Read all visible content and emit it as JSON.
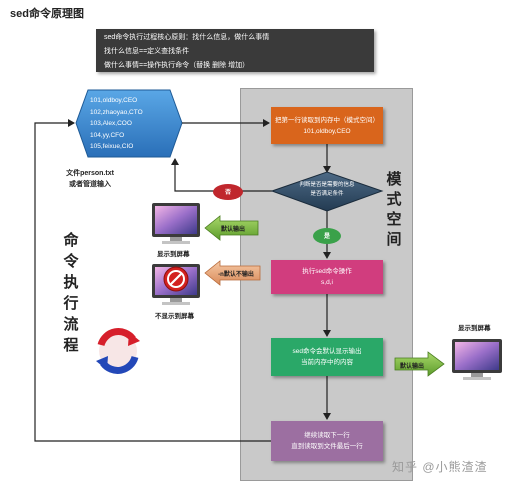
{
  "title": "sed命令原理图",
  "rules": [
    "sed命令执行过程核心原则：找什么信息，做什么事情",
    "找什么信息==定义查找条件",
    "做什么事情==操作执行命令（替换 删除 增加）"
  ],
  "input": {
    "lines": [
      "101,oldboy,CEO",
      "102,zhaoyao,CTO",
      "103,Alex,COO",
      "104,yy,CFO",
      "105,feixue,CIO"
    ],
    "caption": [
      "文件person.txt",
      "或者管道输入"
    ]
  },
  "steps": {
    "read": [
      "把第一行读取到内存中（模式空间）",
      "101,oldboy,CEO"
    ],
    "decision": [
      "判断是否是需要的信息",
      "是否满足条件"
    ],
    "execute": [
      "执行sed命令操作",
      "s,d,i"
    ],
    "output": [
      "sed命令会默认显示输出",
      "当前内存中的内容"
    ],
    "next": [
      "继续读取下一行",
      "直到读取到文件最后一行"
    ]
  },
  "labels": {
    "no": "否",
    "yes": "是",
    "default_output_1": "默认输出",
    "shown_1": "显示到屏幕",
    "n_no_output": "-n默认不输出",
    "not_shown": "不显示到屏幕",
    "default_output_2": "默认输出",
    "shown_2": "显示到屏幕"
  },
  "pattern_space_label": [
    "模",
    "式",
    "空",
    "间"
  ],
  "command_flow_label": [
    "命",
    "令",
    "执",
    "行",
    "流",
    "程"
  ],
  "watermark": "知乎 @小熊渣渣"
}
